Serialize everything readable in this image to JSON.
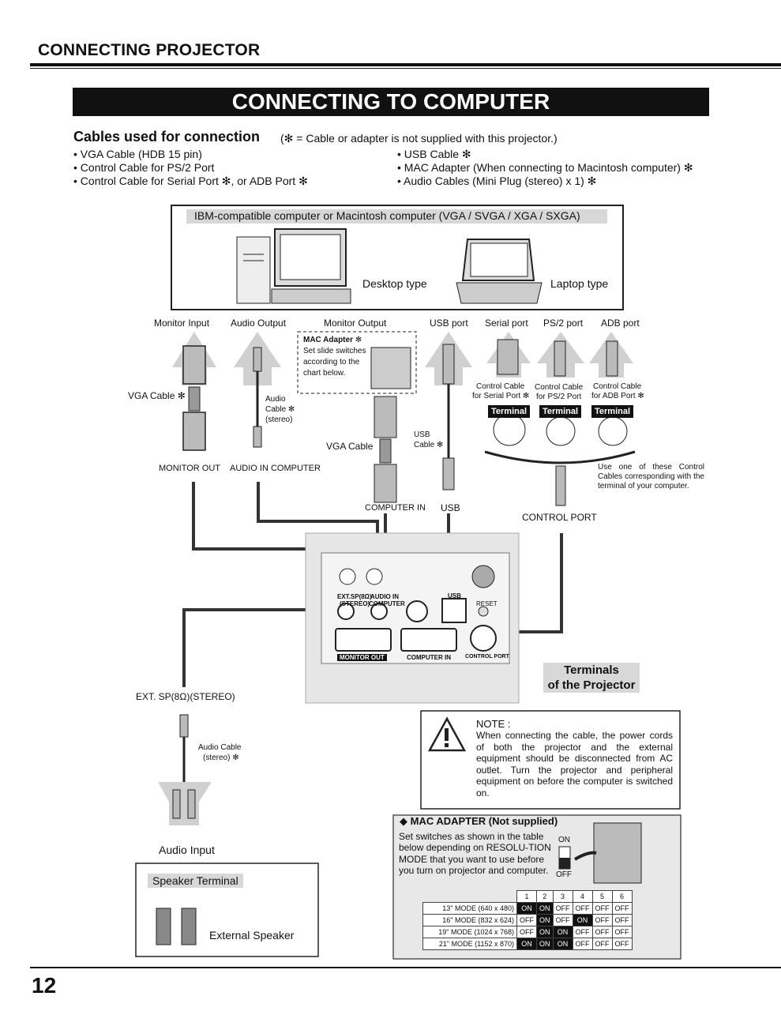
{
  "header": {
    "title": "CONNECTING PROJECTOR"
  },
  "banner": {
    "title": "CONNECTING TO COMPUTER"
  },
  "cables": {
    "heading": "Cables used for connection",
    "note": "(✻ = Cable or adapter is not supplied with this projector.)",
    "left": [
      "• VGA Cable (HDB 15 pin)",
      "• Control Cable for PS/2 Port",
      "• Control Cable for Serial Port ✻, or ADB Port ✻"
    ],
    "right": [
      "• USB Cable ✻",
      "• MAC Adapter (When connecting to Macintosh computer) ✻",
      "• Audio Cables (Mini Plug (stereo) x 1) ✻"
    ]
  },
  "computer_box": {
    "title": "IBM-compatible computer or Macintosh computer (VGA / SVGA / XGA / SXGA)",
    "desktop": "Desktop type",
    "laptop": "Laptop type"
  },
  "ports": {
    "monitor_input": "Monitor Input",
    "audio_output": "Audio Output",
    "monitor_output": "Monitor Output",
    "usb_port": "USB port",
    "serial_port": "Serial port",
    "ps2_port": "PS/2 port",
    "adb_port": "ADB port"
  },
  "mac_adapter_box": {
    "title": "MAC Adapter ✻",
    "line1": "Set slide switches",
    "line2": "according to the",
    "line3": "chart below."
  },
  "cable_labels": {
    "vga_left": "VGA Cable ✻",
    "audio_1": "Audio",
    "audio_2": "Cable ✻",
    "audio_3": "(stereo)",
    "vga_center": "VGA Cable",
    "usb_1": "USB",
    "usb_2": "Cable ✻",
    "ctrl_serial_1": "Control Cable",
    "ctrl_serial_2": "for Serial Port ✻",
    "ctrl_ps2_1": "Control Cable",
    "ctrl_ps2_2": "for PS/2 Port",
    "ctrl_adb_1": "Control Cable",
    "ctrl_adb_2": "for ADB Port ✻",
    "terminal": "Terminal",
    "use_note": "Use one of these Control Cables corresponding with the terminal of your computer."
  },
  "projector_labels": {
    "monitor_out": "MONITOR OUT",
    "audio_in_computer": "AUDIO IN COMPUTER",
    "computer_in": "COMPUTER IN",
    "usb": "USB",
    "control_port": "CONTROL PORT",
    "terminals_1": "Terminals",
    "terminals_2": "of the Projector",
    "panel_monitor_out": "MONITOR OUT",
    "panel_computer_in": "COMPUTER IN",
    "panel_control_port": "CONTROL PORT",
    "panel_usb": "USB",
    "panel_reset": "RESET",
    "panel_ext_sp": "EXT.SP(8Ω)",
    "panel_stereo": "(STEREO)",
    "panel_audio_in": "AUDIO IN",
    "panel_computer": "COMPUTER"
  },
  "audio_side": {
    "ext_sp": "EXT. SP(8Ω)(STEREO)",
    "audio_cable_1": "Audio Cable",
    "audio_cable_2": "(stereo) ✻",
    "audio_input": "Audio Input",
    "speaker_terminal": "Speaker Terminal",
    "external_speaker": "External Speaker"
  },
  "note": {
    "title": "NOTE :",
    "text": "When connecting the cable, the power cords of both the projector and the external equipment should be disconnected from AC outlet.  Turn the projector and peripheral equipment on before the computer is switched on."
  },
  "mac_table": {
    "title": "◆ MAC ADAPTER (Not supplied)",
    "desc": "Set switches as shown in the table below depending on RESOLU-TION MODE that you want to use before you turn on projector and computer.",
    "on_label": "ON",
    "off_label": "OFF",
    "columns": [
      "1",
      "2",
      "3",
      "4",
      "5",
      "6"
    ],
    "rows": [
      {
        "mode": "13\" MODE (640 x 480)",
        "values": [
          "ON",
          "ON",
          "OFF",
          "OFF",
          "OFF",
          "OFF"
        ]
      },
      {
        "mode": "16\" MODE (832 x 624)",
        "values": [
          "OFF",
          "ON",
          "OFF",
          "ON",
          "OFF",
          "OFF"
        ]
      },
      {
        "mode": "19\" MODE (1024 x 768)",
        "values": [
          "OFF",
          "ON",
          "ON",
          "OFF",
          "OFF",
          "OFF"
        ]
      },
      {
        "mode": "21\" MODE (1152 x 870)",
        "values": [
          "ON",
          "ON",
          "ON",
          "OFF",
          "OFF",
          "OFF"
        ]
      }
    ]
  },
  "page_number": "12"
}
